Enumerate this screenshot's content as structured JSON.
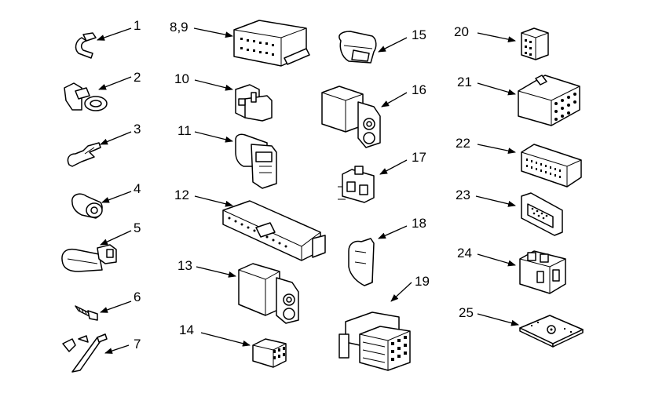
{
  "parts": [
    {
      "id": "p1",
      "label": "1"
    },
    {
      "id": "p2",
      "label": "2"
    },
    {
      "id": "p3",
      "label": "3"
    },
    {
      "id": "p4",
      "label": "4"
    },
    {
      "id": "p5",
      "label": "5"
    },
    {
      "id": "p6",
      "label": "6"
    },
    {
      "id": "p7",
      "label": "7"
    },
    {
      "id": "p89",
      "label": "8,9"
    },
    {
      "id": "p10",
      "label": "10"
    },
    {
      "id": "p11",
      "label": "11"
    },
    {
      "id": "p12",
      "label": "12"
    },
    {
      "id": "p13",
      "label": "13"
    },
    {
      "id": "p14",
      "label": "14"
    },
    {
      "id": "p15",
      "label": "15"
    },
    {
      "id": "p16",
      "label": "16"
    },
    {
      "id": "p17",
      "label": "17"
    },
    {
      "id": "p18",
      "label": "18"
    },
    {
      "id": "p19",
      "label": "19"
    },
    {
      "id": "p20",
      "label": "20"
    },
    {
      "id": "p21",
      "label": "21"
    },
    {
      "id": "p22",
      "label": "22"
    },
    {
      "id": "p23",
      "label": "23"
    },
    {
      "id": "p24",
      "label": "24"
    },
    {
      "id": "p25",
      "label": "25"
    }
  ]
}
